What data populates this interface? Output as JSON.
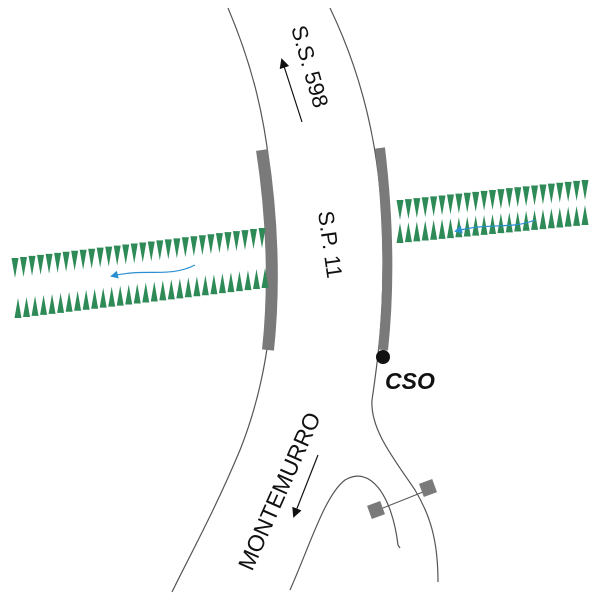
{
  "labels": {
    "road_north": "S.S. 598",
    "road_main": "S.P. 11",
    "road_south": "MONTEMURRO",
    "outfall": "CSO"
  },
  "colors": {
    "road_edge": "#555555",
    "barrier": "#7a7a7a",
    "vegetation": "#2e8b57",
    "flow_arrow": "#2a8fd0",
    "text": "#111111"
  }
}
